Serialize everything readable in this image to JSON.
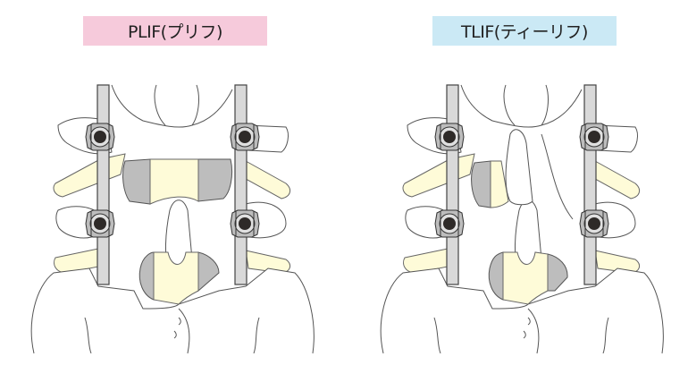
{
  "panels": [
    {
      "id": "plif",
      "title": "PLIF(プリフ)",
      "color": "#f6cadb"
    },
    {
      "id": "tlif",
      "title": "TLIF(ティーリフ)",
      "color": "#cbe9f5"
    }
  ],
  "colors": {
    "implant": "#fefbd8",
    "removed_bone": "#bdbdbd",
    "rod": "#d9d9d9",
    "screw_head": "#2e2a28"
  }
}
